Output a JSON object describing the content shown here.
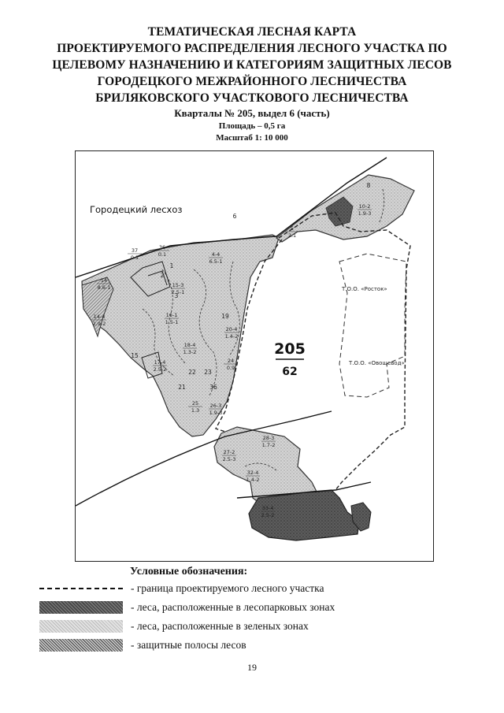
{
  "title": {
    "lines": [
      "ТЕМАТИЧЕСКАЯ ЛЕСНАЯ КАРТА",
      "ПРОЕКТИРУЕМОГО РАСПРЕДЕЛЕНИЯ ЛЕСНОГО УЧАСТКА ПО",
      "ЦЕЛЕВОМУ НАЗНАЧЕНИЮ И КАТЕГОРИЯМ ЗАЩИТНЫХ ЛЕСОВ",
      "ГОРОДЕЦКОГО МЕЖРАЙОННОГО ЛЕСНИЧЕСТВА",
      "БРИЛЯКОВСКОГО УЧАСТКОВОГО ЛЕСНИЧЕСТВА"
    ],
    "quarters": "Кварталы № 205, выдел 6 (часть)",
    "area": "Площадь – 0,5 га",
    "scale": "Масштаб 1: 10 000"
  },
  "map": {
    "region_label": "Городецкий лесхоз",
    "quarter_number": "205",
    "quarter_area": "62",
    "neighbor_1": "Т.О.О. «Росток»",
    "neighbor_2": "Т.О.О. «Овощевод»",
    "parcels": [
      {
        "num": "37",
        "area": "0.1"
      },
      {
        "num": "36",
        "area": "0.1"
      },
      {
        "num": "4-4",
        "area": "6.5-1"
      },
      {
        "num": "14",
        "area": "8.6-1"
      },
      {
        "num": "15-3",
        "area": "2.5-1"
      },
      {
        "num": "16-1",
        "area": "1.5-1"
      },
      {
        "num": "14-4",
        "area": "2.9-2"
      },
      {
        "num": "18-4",
        "area": "1.3-2"
      },
      {
        "num": "17-4",
        "area": "2.5-2"
      },
      {
        "num": "20-4",
        "area": "1.4-2"
      },
      {
        "num": "24",
        "area": "0.9"
      },
      {
        "num": "25",
        "area": "1.3"
      },
      {
        "num": "26-3",
        "area": "1.9-3"
      },
      {
        "num": "27-2",
        "area": "2.5-3"
      },
      {
        "num": "28-3",
        "area": "1.7-2"
      },
      {
        "num": "32-4",
        "area": "1.4-2"
      },
      {
        "num": "33-4",
        "area": "2.5-2"
      },
      {
        "num": "10-2",
        "area": "1.9-3"
      },
      {
        "num": "5",
        "area": "2.1"
      }
    ],
    "stand_numbers": [
      "1",
      "2",
      "3",
      "15",
      "19",
      "21",
      "22",
      "23",
      "36",
      "6",
      "8"
    ]
  },
  "legend": {
    "title": "Условные обозначения:",
    "items": [
      {
        "label": "- граница проектируемого лесного участка",
        "swatch": "boundary"
      },
      {
        "label": "- леса, расположенные в лесопарковых зонах",
        "swatch": "dark"
      },
      {
        "label": "- леса, расположенные в зеленых зонах",
        "swatch": "light"
      },
      {
        "label": "- защитные полосы лесов",
        "swatch": "hatch"
      }
    ]
  },
  "colors": {
    "dark_fill": "#5a5a5a",
    "light_fill": "#d2d2d2",
    "hatch": "#6a6a6a"
  },
  "page_number": "19"
}
